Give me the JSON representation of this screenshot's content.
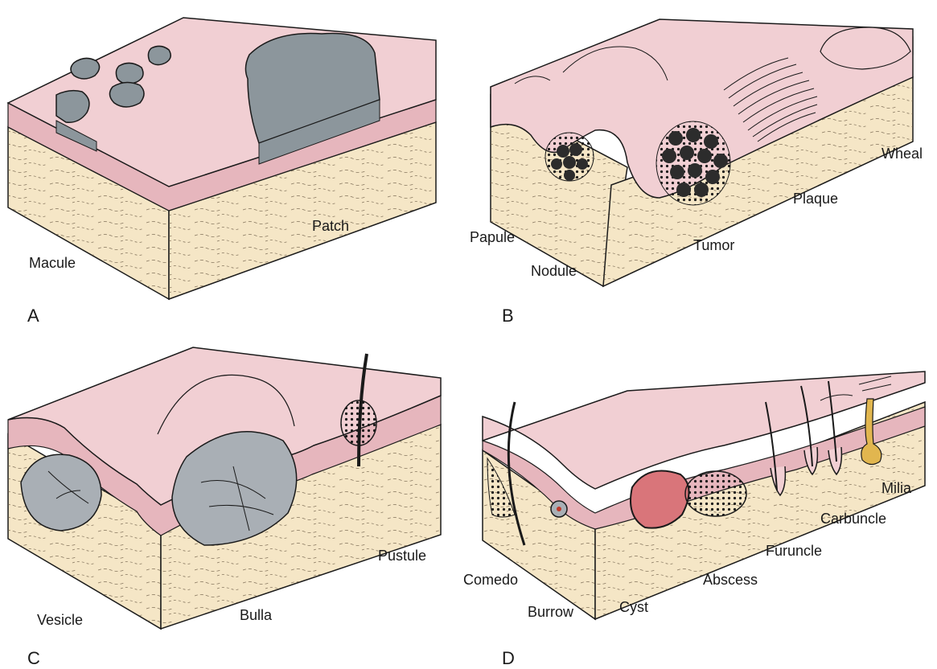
{
  "colors": {
    "epidermis": "#f1cfd3",
    "epidermis_edge": "#e6b6bd",
    "dermis": "#f5e6c6",
    "macule_fill": "#8c969c",
    "vesicle_fill": "#a9afb5",
    "cyst_fill": "#d9757a",
    "nodule_fill": "#2c2c2c",
    "milia_fill": "#e1b64f",
    "ink": "#1a1a1a"
  },
  "panels": {
    "A": {
      "letter": "A",
      "labels": {
        "macule": "Macule",
        "patch": "Patch"
      }
    },
    "B": {
      "letter": "B",
      "labels": {
        "papule": "Papule",
        "nodule": "Nodule",
        "tumor": "Tumor",
        "plaque": "Plaque",
        "wheal": "Wheal"
      }
    },
    "C": {
      "letter": "C",
      "labels": {
        "vesicle": "Vesicle",
        "bulla": "Bulla",
        "pustule": "Pustule"
      }
    },
    "D": {
      "letter": "D",
      "labels": {
        "comedo": "Comedo",
        "burrow": "Burrow",
        "cyst": "Cyst",
        "abscess": "Abscess",
        "furuncle": "Furuncle",
        "carbuncle": "Carbuncle",
        "milia": "Milia"
      }
    }
  }
}
